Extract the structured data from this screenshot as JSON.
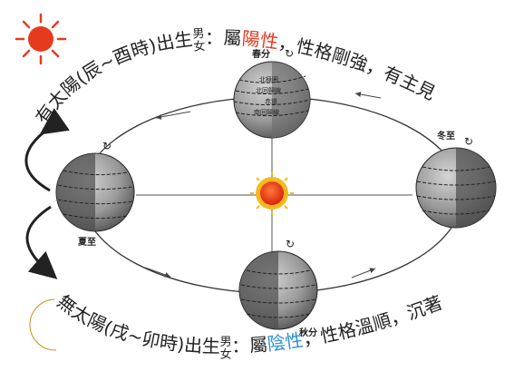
{
  "top_text": {
    "prefix": "有太陽(辰~酉時)出生",
    "gender_male": "男",
    "gender_female": "女",
    "colon": "：屬",
    "yinyang": "陽性",
    "suffix": "，性格剛強，有主見"
  },
  "bottom_text": {
    "prefix": "無太陽(戌~卯時)出生",
    "gender_male": "男",
    "gender_female": "女",
    "colon": "：屬",
    "yinyang": "陰性",
    "suffix": "，性格溫順，沉著"
  },
  "earth_labels": {
    "spring": "春分",
    "summer": "夏至",
    "autumn": "秋分",
    "winter": "冬至"
  },
  "band_labels": [
    "北極圈",
    "北回歸線",
    "赤道",
    "南回歸線"
  ],
  "colors": {
    "yang": "#e53a1e",
    "yin": "#2e8fd6",
    "sun_core": "#e8341b",
    "sun_rays": "#f5b81f",
    "moon": "#f4c02b"
  },
  "icons": {
    "sun": "sun-icon",
    "moon": "crescent-moon-icon"
  }
}
